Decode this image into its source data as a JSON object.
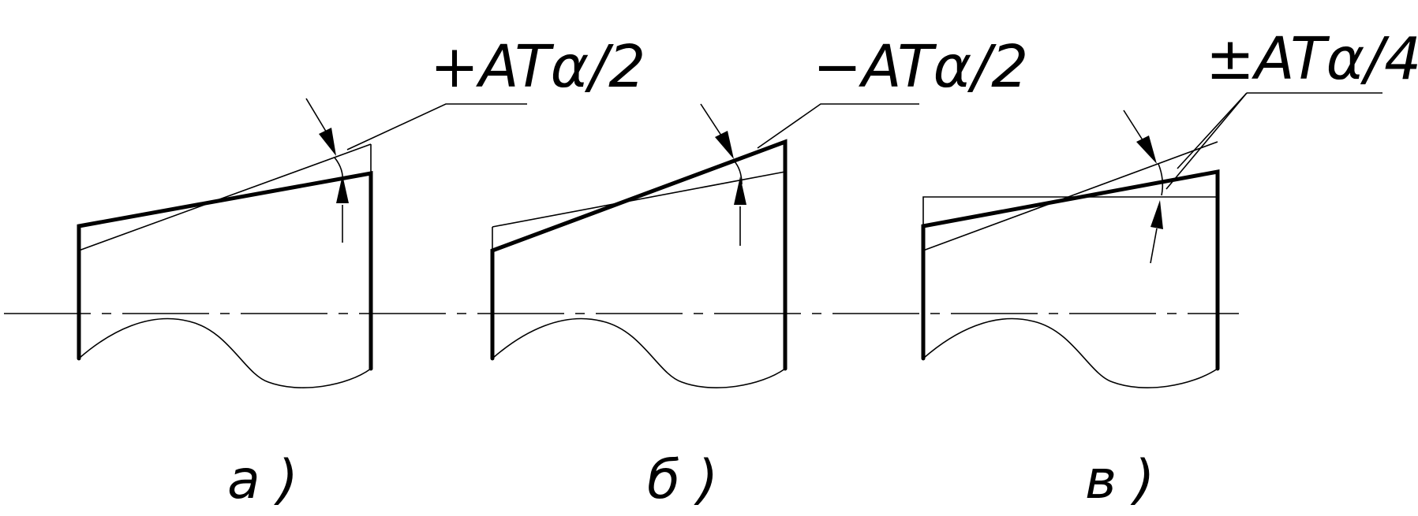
{
  "figures": [
    {
      "id": "a",
      "caption": "а )",
      "tolerance_label": "+ATα/2"
    },
    {
      "id": "b",
      "caption": "б )",
      "tolerance_label": "−ATα/2"
    },
    {
      "id": "c",
      "caption": "в )",
      "tolerance_label": "±ATα/4"
    }
  ]
}
